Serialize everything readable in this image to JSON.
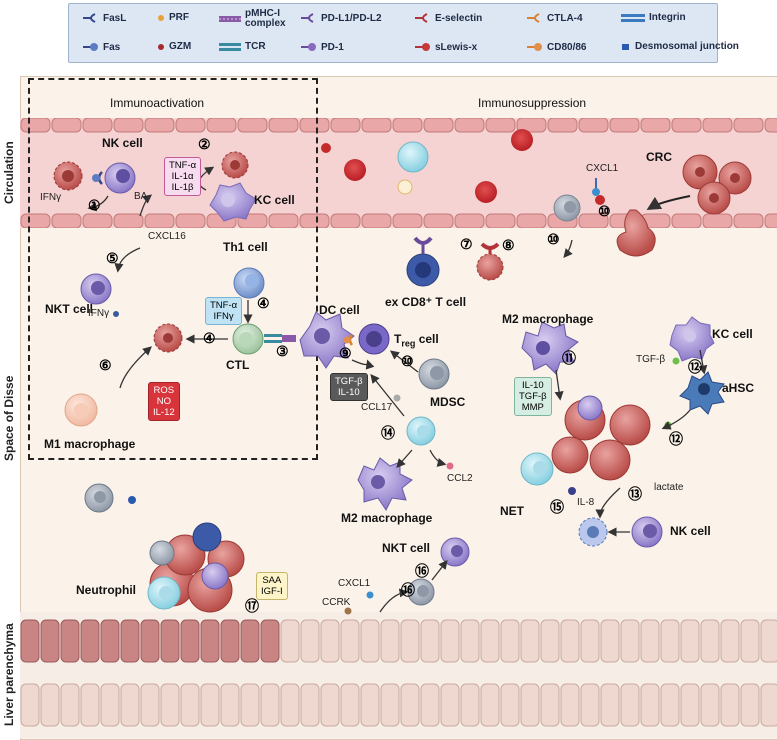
{
  "legend": {
    "items": [
      {
        "label": "FasL",
        "icon": "fasl-icon"
      },
      {
        "label": "PRF",
        "icon": "prf-icon"
      },
      {
        "label": "pMHC-I complex",
        "icon": "pmhc-icon"
      },
      {
        "label": "PD-L1/PD-L2",
        "icon": "pdl1-icon"
      },
      {
        "label": "E-selectin",
        "icon": "eselectin-icon"
      },
      {
        "label": "CTLA-4",
        "icon": "ctla4-icon"
      },
      {
        "label": "Integrin",
        "icon": "integrin-icon"
      },
      {
        "label": "Fas",
        "icon": "fas-icon"
      },
      {
        "label": "GZM",
        "icon": "gzm-icon"
      },
      {
        "label": "TCR",
        "icon": "tcr-icon"
      },
      {
        "label": "PD-1",
        "icon": "pd1-icon"
      },
      {
        "label": "sLewis-x",
        "icon": "slewisx-icon"
      },
      {
        "label": "CD80/86",
        "icon": "cd8086-icon"
      },
      {
        "label": "Desmosomal junction",
        "icon": "desmosome-icon"
      }
    ]
  },
  "sections": {
    "immunoactivation": "Immunoactivation",
    "immunosuppression": "Immunosuppression",
    "circulation": "Circulation",
    "space_of_disse": "Space of Disse",
    "liver_parenchyma": "Liver parenchyma"
  },
  "cells": {
    "nk_cell_top": "NK cell",
    "kc_cell_top": "KC cell",
    "crc": "CRC",
    "nkt_cell": "NKT cell",
    "th1_cell": "Th1 cell",
    "ctl": "CTL",
    "dc_cell": "DC cell",
    "treg_cell": "T",
    "treg_sub": "reg",
    "treg_suffix": " cell",
    "ex_cd8": "ex CD8⁺ T cell",
    "mdsc": "MDSC",
    "m1_macrophage": "M1 macrophage",
    "m2_macrophage_mid": "M2 macrophage",
    "m2_macrophage_right": "M2 macrophage",
    "kc_cell_right": "KC cell",
    "ahsc": "aHSC",
    "net": "NET",
    "nk_cell_right": "NK cell",
    "nkt_cell_bottom": "NKT cell",
    "neutrophil": "Neutrophil"
  },
  "factors": {
    "ifng_top": "IFNγ",
    "ba": "BA",
    "cxcl16": "CXCL16",
    "ifng_nkt": "IFNγ",
    "cxcl1_top": "CXCL1",
    "tgfb_right": "TGF-β",
    "lactate": "lactate",
    "il8": "IL-8",
    "ccl17": "CCL17",
    "ccl2": "CCL2",
    "cxcl1_bottom": "CXCL1",
    "ccrk": "CCRK"
  },
  "boxes": {
    "kc_cytokines": [
      "TNF-α",
      "IL-1α",
      "IL-1β"
    ],
    "th1_cytokines": [
      "TNF-α",
      "IFNγ"
    ],
    "m1_factors": [
      "ROS",
      "NO",
      "IL-12"
    ],
    "treg_factors": [
      "TGF-β",
      "IL-10"
    ],
    "m2_factors": [
      "IL-10",
      "TGF-β",
      "MMP"
    ],
    "saa_factors": [
      "SAA",
      "IGF-I"
    ]
  },
  "steps": [
    "①",
    "②",
    "③",
    "④",
    "④",
    "⑤",
    "⑥",
    "⑦",
    "⑧",
    "⑨",
    "⑩",
    "⑩",
    "⑩",
    "⑪",
    "⑫",
    "⑫",
    "⑬",
    "⑭",
    "⑮",
    "⑯",
    "⑯",
    "⑰"
  ]
}
